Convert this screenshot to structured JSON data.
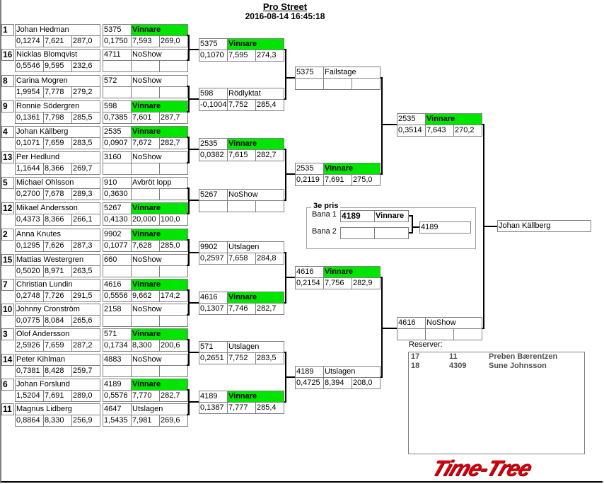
{
  "header": {
    "title": "Pro Street",
    "datetime": "2016-08-14 16:45:18"
  },
  "drivers": [
    {
      "seed": "1",
      "name": "Johan Hedman",
      "rt": "0,1274",
      "et": "7,621",
      "speed": "287,0"
    },
    {
      "seed": "16",
      "name": "Nicklas Blomqvist",
      "rt": "0,5546",
      "et": "9,595",
      "speed": "232,6"
    },
    {
      "seed": "8",
      "name": "Carina Mogren",
      "rt": "1,9954",
      "et": "7,778",
      "speed": "279,2"
    },
    {
      "seed": "9",
      "name": "Ronnie Södergren",
      "rt": "0,1361",
      "et": "7,798",
      "speed": "285,5"
    },
    {
      "seed": "4",
      "name": "Johan Källberg",
      "rt": "0,1071",
      "et": "7,659",
      "speed": "283,5"
    },
    {
      "seed": "13",
      "name": "Per Hedlund",
      "rt": "1,1644",
      "et": "8,366",
      "speed": "269,7"
    },
    {
      "seed": "5",
      "name": "Michael Ohlsson",
      "rt": "0,2700",
      "et": "7,678",
      "speed": "289,3"
    },
    {
      "seed": "12",
      "name": "Mikael Andersson",
      "rt": "0,4373",
      "et": "8,366",
      "speed": "266,1"
    },
    {
      "seed": "2",
      "name": "Anna Knutes",
      "rt": "0,1295",
      "et": "7,626",
      "speed": "287,3"
    },
    {
      "seed": "15",
      "name": "Mattias  Westergren",
      "rt": "0,5020",
      "et": "8,971",
      "speed": "263,5"
    },
    {
      "seed": "7",
      "name": "Christian Lundin",
      "rt": "0,2748",
      "et": "7,726",
      "speed": "291,5"
    },
    {
      "seed": "10",
      "name": "Johnny Cronström",
      "rt": "0,0775",
      "et": "8,084",
      "speed": "265,6"
    },
    {
      "seed": "3",
      "name": "Olof Andersson",
      "rt": "2,5926",
      "et": "7,659",
      "speed": "287,2"
    },
    {
      "seed": "14",
      "name": "Peter Kihlman",
      "rt": "0,7381",
      "et": "8,428",
      "speed": "259,7"
    },
    {
      "seed": "6",
      "name": "Johan Forslund",
      "rt": "1,5204",
      "et": "7,691",
      "speed": "289,0"
    },
    {
      "seed": "11",
      "name": "Magnus Lidberg",
      "rt": "0,8864",
      "et": "8,330",
      "speed": "256,9"
    }
  ],
  "round1": [
    {
      "num": "5375",
      "status": "Vinnare",
      "rt": "0,1750",
      "et": "7,593",
      "speed": "269,0",
      "winner": true
    },
    {
      "num": "4711",
      "status": "NoShow",
      "rt": "",
      "et": "",
      "speed": "",
      "winner": false
    },
    {
      "num": "572",
      "status": "NoShow",
      "rt": "",
      "et": "",
      "speed": "",
      "winner": false
    },
    {
      "num": "598",
      "status": "Vinnare",
      "rt": "0,7385",
      "et": "7,601",
      "speed": "287,7",
      "winner": true
    },
    {
      "num": "2535",
      "status": "Vinnare",
      "rt": "0,0907",
      "et": "7,672",
      "speed": "282,7",
      "winner": true
    },
    {
      "num": "3160",
      "status": "NoShow",
      "rt": "",
      "et": "",
      "speed": "",
      "winner": false
    },
    {
      "num": "910",
      "status": "Avbröt lopp",
      "rt": "0,3630",
      "et": "",
      "speed": "",
      "winner": false
    },
    {
      "num": "5267",
      "status": "Vinnare",
      "rt": "0,4130",
      "et": "20,000",
      "speed": "100,0",
      "winner": true
    },
    {
      "num": "9902",
      "status": "Vinnare",
      "rt": "0,1077",
      "et": "7,628",
      "speed": "285,0",
      "winner": true
    },
    {
      "num": "660",
      "status": "NoShow",
      "rt": "",
      "et": "",
      "speed": "",
      "winner": false
    },
    {
      "num": "4616",
      "status": "Vinnare",
      "rt": "0,5556",
      "et": "9,662",
      "speed": "174,2",
      "winner": true
    },
    {
      "num": "2158",
      "status": "NoShow",
      "rt": "",
      "et": "",
      "speed": "",
      "winner": false
    },
    {
      "num": "571",
      "status": "Vinnare",
      "rt": "0,1734",
      "et": "8,300",
      "speed": "200,6",
      "winner": true
    },
    {
      "num": "4883",
      "status": "NoShow",
      "rt": "",
      "et": "",
      "speed": "",
      "winner": false
    },
    {
      "num": "4189",
      "status": "Vinnare",
      "rt": "0,5576",
      "et": "7,770",
      "speed": "282,7",
      "winner": true
    },
    {
      "num": "4647",
      "status": "Utslagen",
      "rt": "1,5435",
      "et": "7,981",
      "speed": "269,6",
      "winner": false
    }
  ],
  "round2": [
    {
      "num": "5375",
      "status": "Vinnare",
      "rt": "0,1070",
      "et": "7,595",
      "speed": "274,3",
      "winner": true
    },
    {
      "num": "598",
      "status": "Rödlyktat",
      "rt": "-0,1004",
      "et": "7,752",
      "speed": "285,4",
      "winner": false
    },
    {
      "num": "2535",
      "status": "Vinnare",
      "rt": "0,0382",
      "et": "7,615",
      "speed": "282,7",
      "winner": true
    },
    {
      "num": "5267",
      "status": "NoShow",
      "rt": "",
      "et": "",
      "speed": "",
      "winner": false
    },
    {
      "num": "9902",
      "status": "Utslagen",
      "rt": "0,2597",
      "et": "7,658",
      "speed": "284,8",
      "winner": false
    },
    {
      "num": "4616",
      "status": "Vinnare",
      "rt": "0,1307",
      "et": "7,746",
      "speed": "282,7",
      "winner": true
    },
    {
      "num": "571",
      "status": "Utslagen",
      "rt": "0,2651",
      "et": "7,752",
      "speed": "283,5",
      "winner": false
    },
    {
      "num": "4189",
      "status": "Vinnare",
      "rt": "0,1387",
      "et": "7,777",
      "speed": "285,4",
      "winner": true
    }
  ],
  "round3": [
    {
      "num": "5375",
      "status": "Failstage",
      "rt": "",
      "et": "",
      "speed": "",
      "winner": false
    },
    {
      "num": "2535",
      "status": "Vinnare",
      "rt": "0,2119",
      "et": "7,691",
      "speed": "275,0",
      "winner": true
    },
    {
      "num": "4616",
      "status": "Vinnare",
      "rt": "0,2154",
      "et": "7,756",
      "speed": "282,9",
      "winner": true
    },
    {
      "num": "4189",
      "status": "Utslagen",
      "rt": "0,4725",
      "et": "8,394",
      "speed": "208,0",
      "winner": false
    }
  ],
  "round4": [
    {
      "num": "2535",
      "status": "Vinnare",
      "rt": "0,3514",
      "et": "7,643",
      "speed": "270,2",
      "winner": true
    },
    {
      "num": "4616",
      "status": "NoShow",
      "rt": "",
      "et": "",
      "speed": "",
      "winner": false
    }
  ],
  "final_winner": "Johan Källberg",
  "third_place": {
    "title": "3e pris",
    "lane1_label": "Bana 1",
    "lane1_num": "4189",
    "lane1_status": "Vinnare",
    "lane2_label": "Bana 2",
    "lane2_num": "",
    "lane2_status": "",
    "result": "4189"
  },
  "reserves": {
    "label": "Reserver:",
    "rows": [
      {
        "pos": "17",
        "num": "11",
        "name": "Preben Bærentzen"
      },
      {
        "pos": "18",
        "num": "4309",
        "name": "Sune Johnsson"
      }
    ]
  },
  "logo": "Time-Tree",
  "colors": {
    "winner": "#00e600",
    "logo": "#d40010"
  }
}
